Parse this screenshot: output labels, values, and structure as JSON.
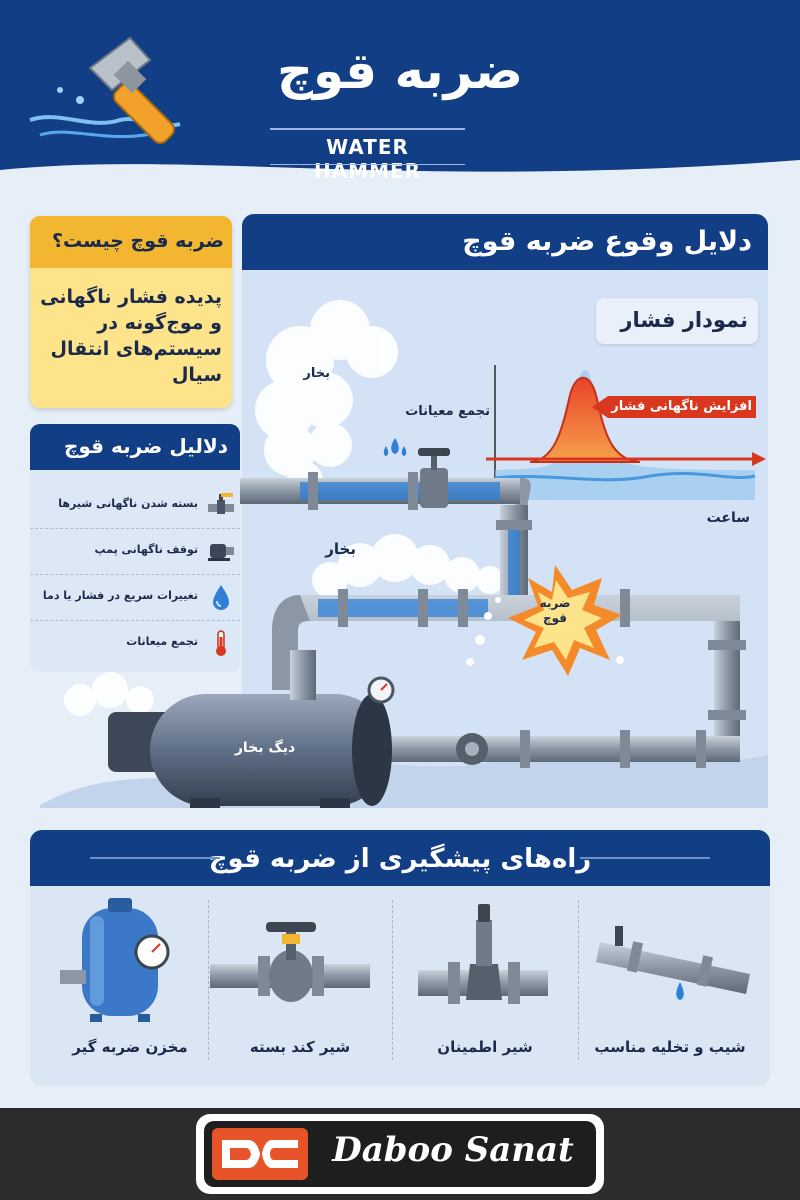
{
  "header": {
    "title_fa": "ضربه قوچ",
    "title_en": "WATER HAMMER"
  },
  "whatis": {
    "title": "ضربه قوچ چیست؟",
    "body": "پدیده فشار ناگهانی و موج‌گونه در سیستم‌های انتقال سیال"
  },
  "causes": {
    "title": "دلالیل ضربه قوچ",
    "items": [
      {
        "label": "بسته شدن ناگهانی شیرها",
        "icon": "valve-icon"
      },
      {
        "label": "توقف ناگهانی پمپ",
        "icon": "pump-icon"
      },
      {
        "label": "تغییرات سریع در فشار یا دما",
        "icon": "drop-icon"
      },
      {
        "label": "تجمع میعانات",
        "icon": "thermometer-icon"
      }
    ]
  },
  "main": {
    "title": "دلایل وقوع ضربه قوچ",
    "chart_title": "نمودار فشار",
    "spike_label": "افزایش ناگهانی فشار",
    "time_label": "ساعت",
    "steam_top": "بخار",
    "condensate_label": "تجمع معیانات",
    "steam_mid": "بخار",
    "impact_label": "ضربه قوچ",
    "boiler_label": "دیگ بخار"
  },
  "prevention": {
    "title": "راه‌های پیشگیری از ضربه قوچ",
    "items": [
      {
        "label": "مخزن ضربه گیر"
      },
      {
        "label": "شیر کند بسته"
      },
      {
        "label": "شیر اطمینان"
      },
      {
        "label": "شیب و تخلیه مناسب"
      }
    ]
  },
  "footer": {
    "brand": "Daboo Sanat"
  },
  "colors": {
    "navy": "#123e86",
    "yellow": "#f2b630",
    "red": "#d9381e",
    "water": "#2f7fd6"
  }
}
